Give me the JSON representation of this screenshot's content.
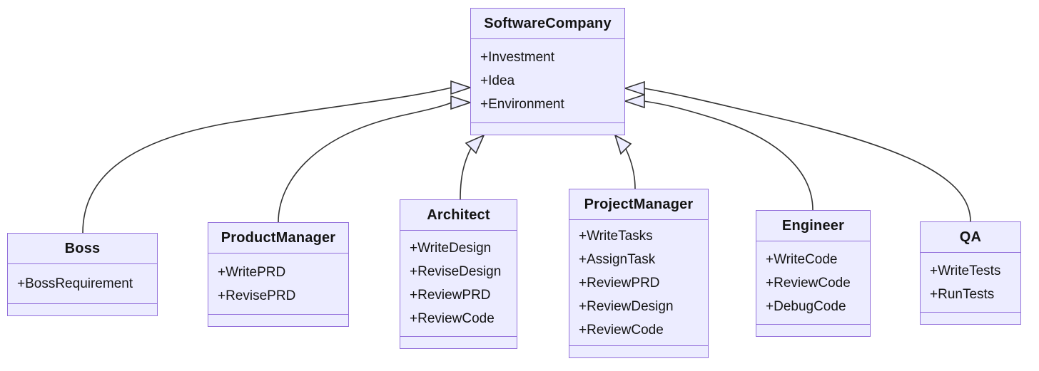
{
  "diagram": {
    "type": "uml-class-diagram",
    "colors": {
      "node_fill": "#ECECFF",
      "node_border": "#9370DB",
      "edge_stroke": "#333333",
      "text": "#141414",
      "background": "#ffffff"
    },
    "classes": [
      {
        "name": "SoftwareCompany",
        "attributes": [
          "+Investment",
          "+Idea",
          "+Environment"
        ],
        "methods": []
      },
      {
        "name": "Boss",
        "attributes": [
          "+BossRequirement"
        ],
        "methods": []
      },
      {
        "name": "ProductManager",
        "attributes": [
          "+WritePRD",
          "+RevisePRD"
        ],
        "methods": []
      },
      {
        "name": "Architect",
        "attributes": [
          "+WriteDesign",
          "+ReviseDesign",
          "+ReviewPRD",
          "+ReviewCode"
        ],
        "methods": []
      },
      {
        "name": "ProjectManager",
        "attributes": [
          "+WriteTasks",
          "+AssignTask",
          "+ReviewPRD",
          "+ReviewDesign",
          "+ReviewCode"
        ],
        "methods": []
      },
      {
        "name": "Engineer",
        "attributes": [
          "+WriteCode",
          "+ReviewCode",
          "+DebugCode"
        ],
        "methods": []
      },
      {
        "name": "QA",
        "attributes": [
          "+WriteTests",
          "+RunTests"
        ],
        "methods": []
      }
    ],
    "relations": [
      {
        "from": "Boss",
        "to": "SoftwareCompany",
        "type": "inheritance"
      },
      {
        "from": "ProductManager",
        "to": "SoftwareCompany",
        "type": "inheritance"
      },
      {
        "from": "Architect",
        "to": "SoftwareCompany",
        "type": "inheritance"
      },
      {
        "from": "ProjectManager",
        "to": "SoftwareCompany",
        "type": "inheritance"
      },
      {
        "from": "Engineer",
        "to": "SoftwareCompany",
        "type": "inheritance"
      },
      {
        "from": "QA",
        "to": "SoftwareCompany",
        "type": "inheritance"
      }
    ]
  }
}
